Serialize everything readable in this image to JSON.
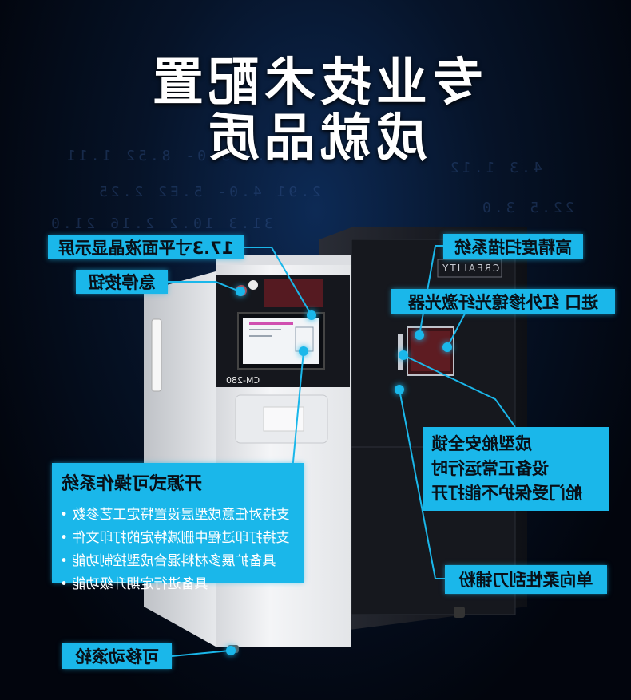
{
  "headline": {
    "line1": "专业技术配置",
    "line2": "成就品质"
  },
  "machine": {
    "model_label": "CM-280",
    "brand_label": "CREALITY"
  },
  "callouts": {
    "lcd": "17.3寸平面液晶显示屏",
    "estop": "急停按钮",
    "scan": "高精度扫描系统",
    "laser": "进口 红外掺镱光纤激光器",
    "safety_lock": [
      "成型舱安全锁",
      "设备正常运行时",
      "舱门受保护不能打开"
    ],
    "recoater": "单向柔性刮刀铺粉",
    "wheels": "可移动滚轮"
  },
  "software": {
    "title": "开源式可操作系统",
    "items": [
      "支持对任意成型层设置特定工艺参数",
      "支持打印过程中删减特定的打印文件",
      "具备扩展多材料混合成型控制功能",
      "具备进行定期升级功能"
    ]
  },
  "colors": {
    "accent": "#1ab7ea",
    "background": "#02050d",
    "panel_dark": "#1b1e27",
    "panel_white": "#f2f3f5"
  }
}
